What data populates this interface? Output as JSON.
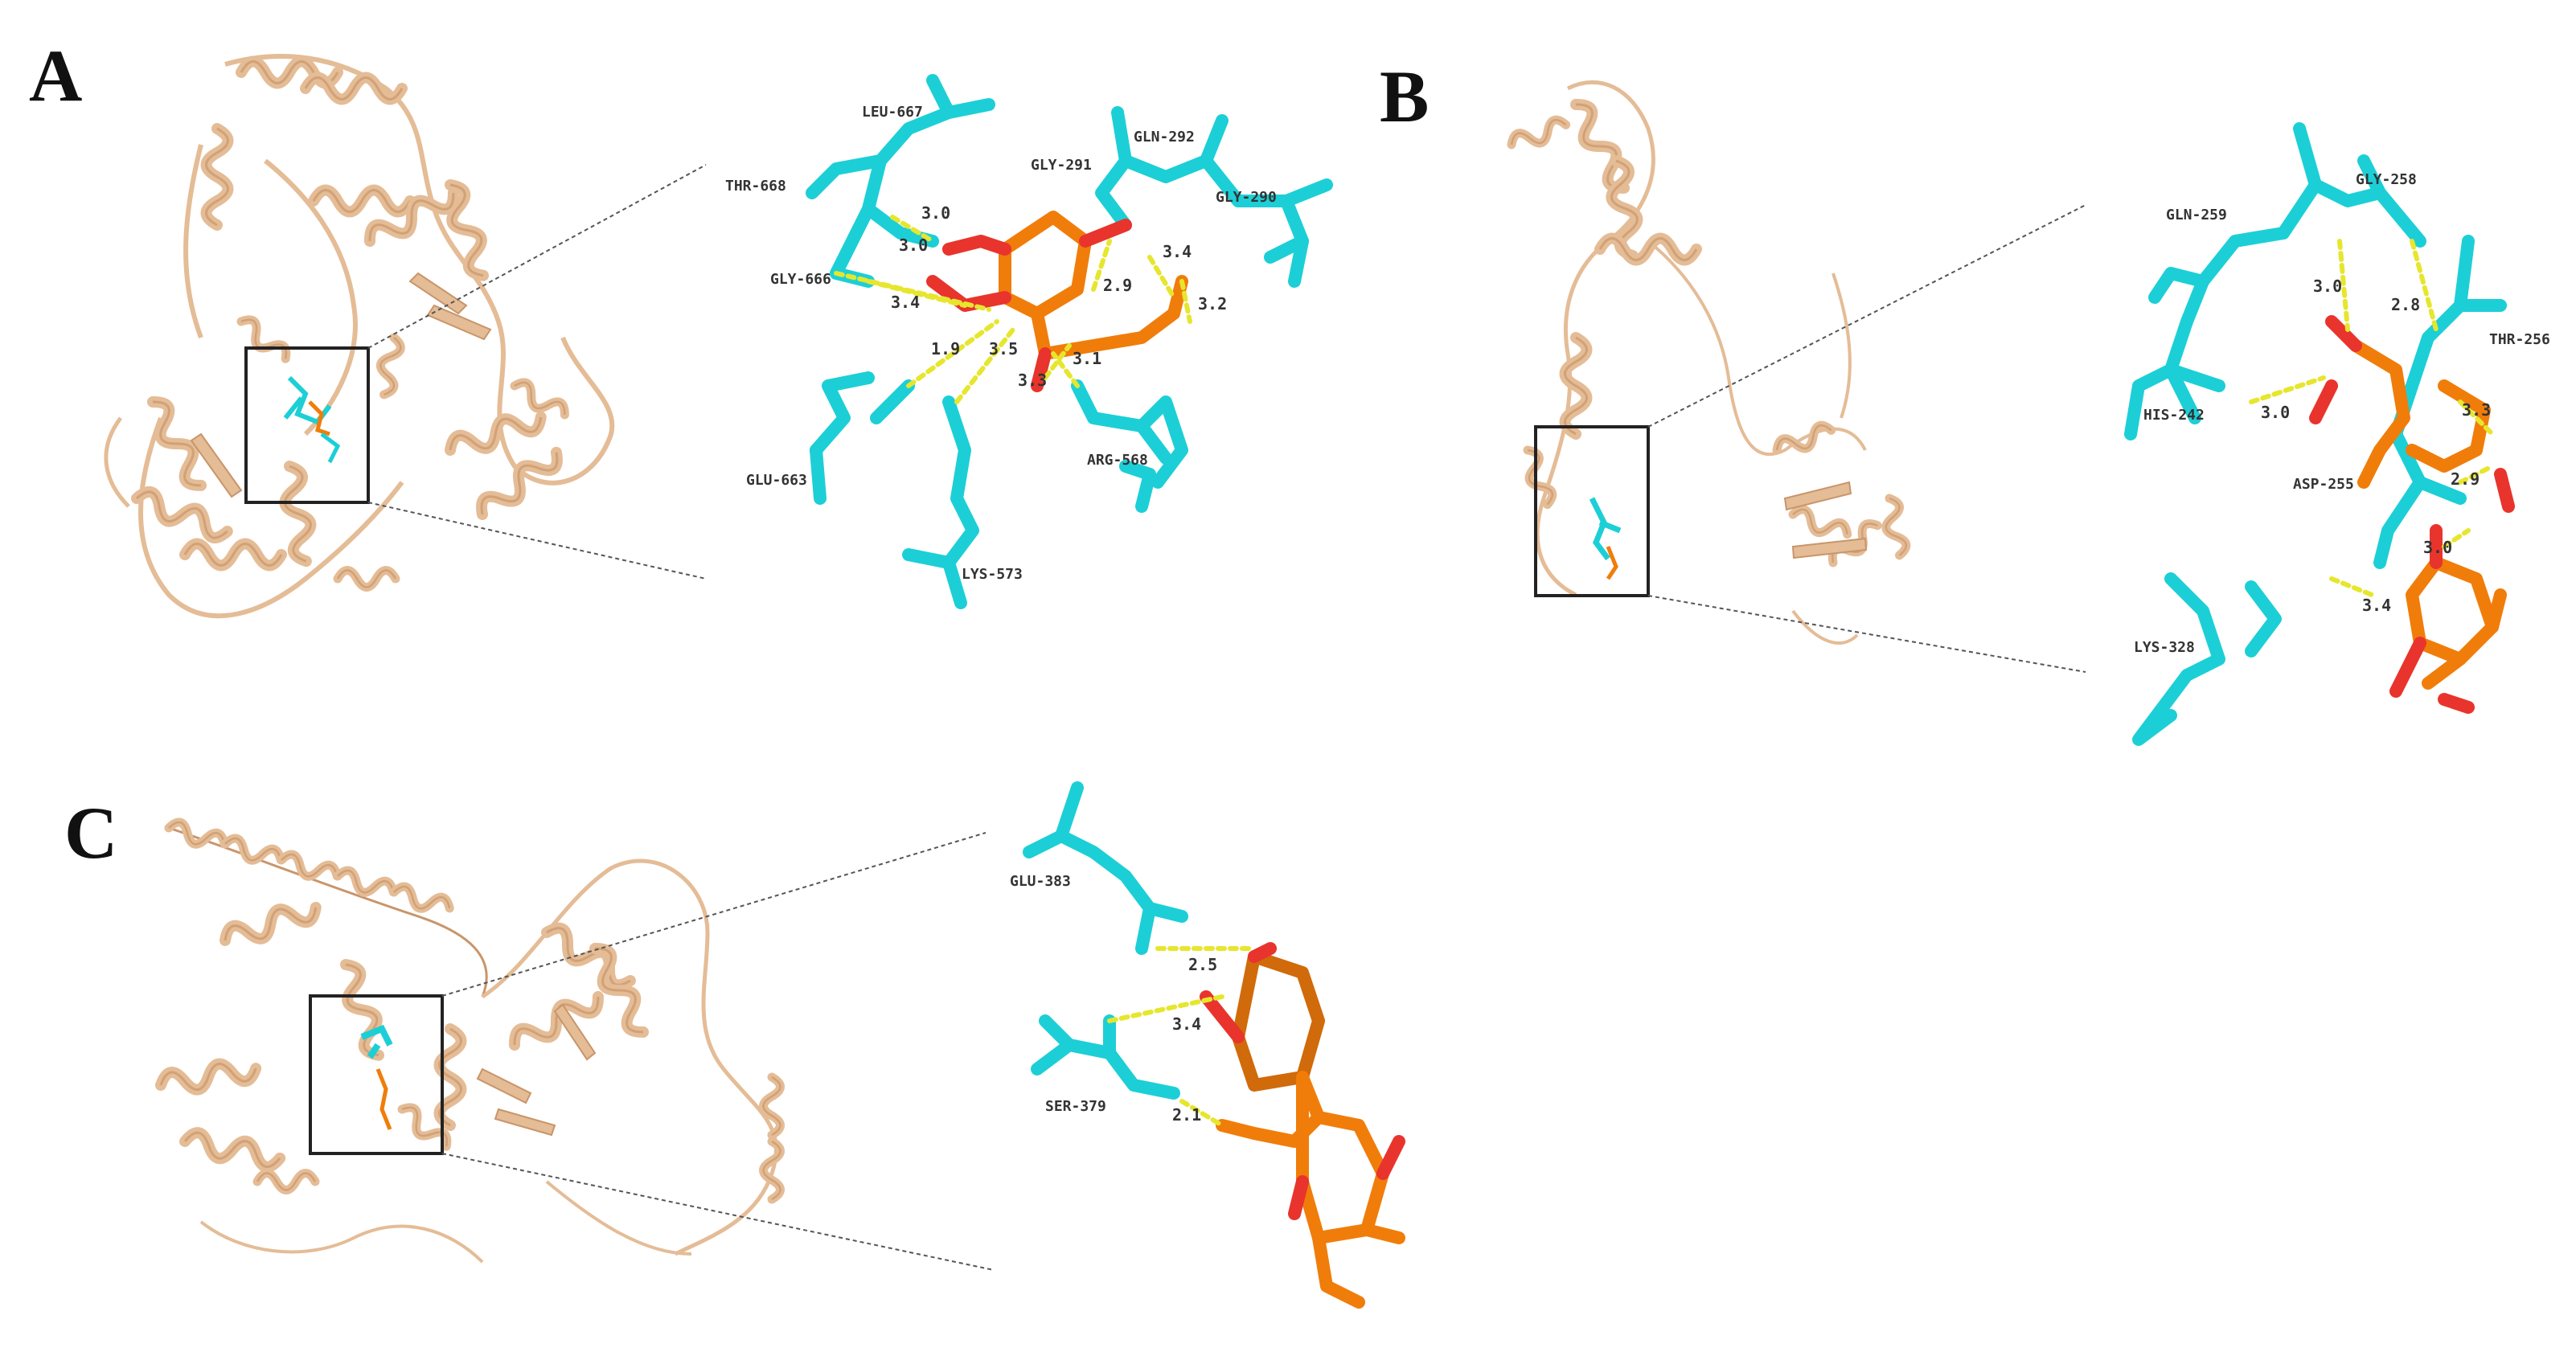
{
  "colors": {
    "protein": "#e4bc96",
    "protein_dark": "#c9956a",
    "residue": "#1ccfd6",
    "ligand": "#f07d0a",
    "ligand_oxygen": "#e8342c",
    "hbond": "#e6e62e",
    "zoom_line": "#555555",
    "box": "#222222"
  },
  "panels": [
    {
      "letter": "A",
      "residues": [
        "LEU-667",
        "THR-668",
        "GLY-666",
        "GLU-663",
        "LYS-573",
        "GLY-291",
        "GLN-292",
        "GLY-290",
        "ARG-568"
      ],
      "distances": [
        "3.0",
        "3.0",
        "3.4",
        "1.9",
        "3.5",
        "2.9",
        "3.4",
        "3.2",
        "3.1",
        "3.3"
      ]
    },
    {
      "letter": "B",
      "residues": [
        "GLY-258",
        "GLN-259",
        "THR-256",
        "HIS-242",
        "ASP-255",
        "LYS-328"
      ],
      "distances": [
        "3.0",
        "2.8",
        "3.0",
        "3.3",
        "2.9",
        "3.0",
        "3.4"
      ]
    },
    {
      "letter": "C",
      "residues": [
        "GLU-383",
        "SER-379"
      ],
      "distances": [
        "2.5",
        "3.4",
        "2.1"
      ]
    }
  ]
}
